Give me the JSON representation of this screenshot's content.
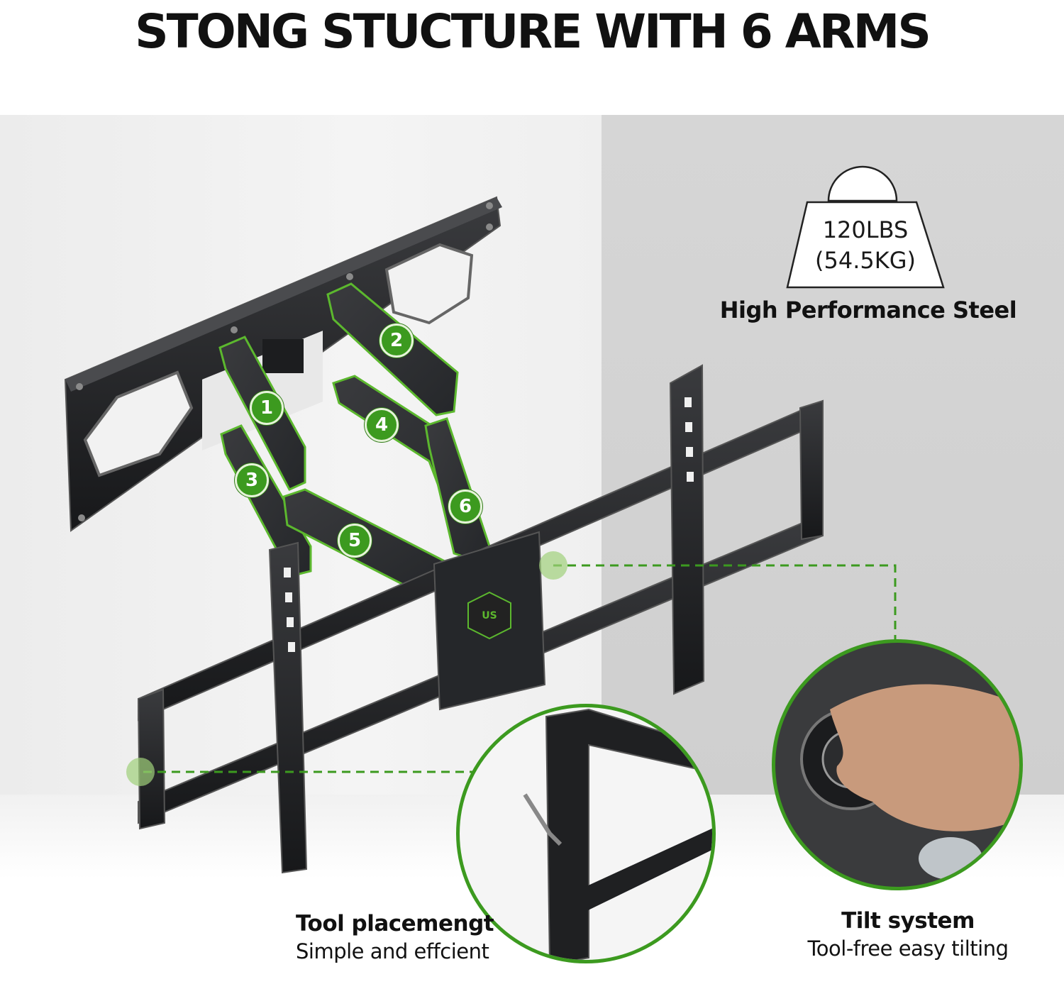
{
  "headline": "STONG STUCTURE WITH 6 ARMS",
  "weight": {
    "lbs": "120LBS",
    "kg": "(54.5KG)",
    "material": "High Performance Steel",
    "icon": "weight-icon"
  },
  "arms": [
    "1",
    "2",
    "3",
    "4",
    "5",
    "6"
  ],
  "features": [
    {
      "title": "Tool placemengt",
      "subtitle": "Simple and effcient"
    },
    {
      "title": "Tilt system",
      "subtitle": "Tool-free easy tilting"
    }
  ],
  "colors": {
    "accent_green": "#3c9a1f",
    "bracket_black": "#1e1f21",
    "headline": "#111111"
  }
}
